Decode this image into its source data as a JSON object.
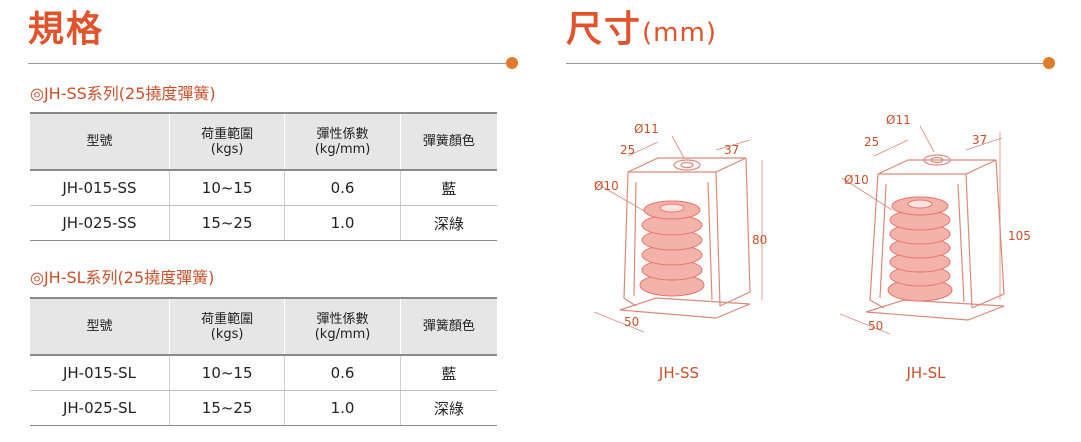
{
  "spec_section": {
    "title": "規格"
  },
  "size_section": {
    "title": "尺寸",
    "unit": "(mm)"
  },
  "headers": [
    "型號",
    "荷重範圍\n(kgs)",
    "彈性係數\n(kg/mm)",
    "彈簧顏色"
  ],
  "series_ss": {
    "title": "◎JH-SS系列(25撓度彈簧)",
    "rows": [
      {
        "model": "JH-015-SS",
        "load": "10~15",
        "rate": "0.6",
        "color": "藍"
      },
      {
        "model": "JH-025-SS",
        "load": "15~25",
        "rate": "1.0",
        "color": "深綠"
      }
    ]
  },
  "series_sl": {
    "title": "◎JH-SL系列(25撓度彈簧)",
    "rows": [
      {
        "model": "JH-015-SL",
        "load": "10~15",
        "rate": "0.6",
        "color": "藍"
      },
      {
        "model": "JH-025-SL",
        "load": "15~25",
        "rate": "1.0",
        "color": "深綠"
      }
    ]
  },
  "drawings": [
    {
      "caption": "JH-SS",
      "hole_top": "Ø11",
      "hole_rod": "Ø10",
      "dim_a": "25",
      "dim_b": "37",
      "height": "80",
      "base": "50"
    },
    {
      "caption": "JH-SL",
      "hole_top": "Ø11",
      "hole_rod": "Ø10",
      "dim_a": "25",
      "dim_b": "37",
      "height": "105",
      "base": "50"
    }
  ],
  "colors": {
    "accent": "#e0542d",
    "dot": "#e07b2e",
    "spring": "#e8746a",
    "outline": "#d98a7a"
  }
}
